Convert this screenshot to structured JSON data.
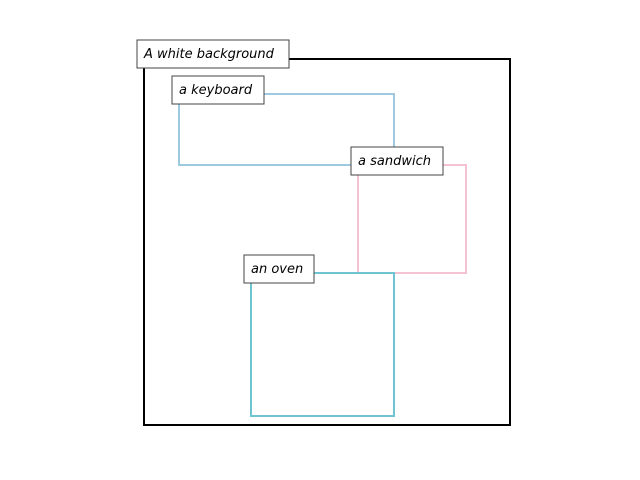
{
  "regions": [
    {
      "id": "background",
      "label": "A white background",
      "color": "#000000"
    },
    {
      "id": "keyboard",
      "label": "a keyboard",
      "color": "#9ecae1"
    },
    {
      "id": "sandwich",
      "label": "a sandwich",
      "color": "#f4c2d0"
    },
    {
      "id": "oven",
      "label": "an oven",
      "color": "#6fc4d1"
    }
  ],
  "label_box": {
    "fill": "#ffffff",
    "stroke": "#444444"
  }
}
